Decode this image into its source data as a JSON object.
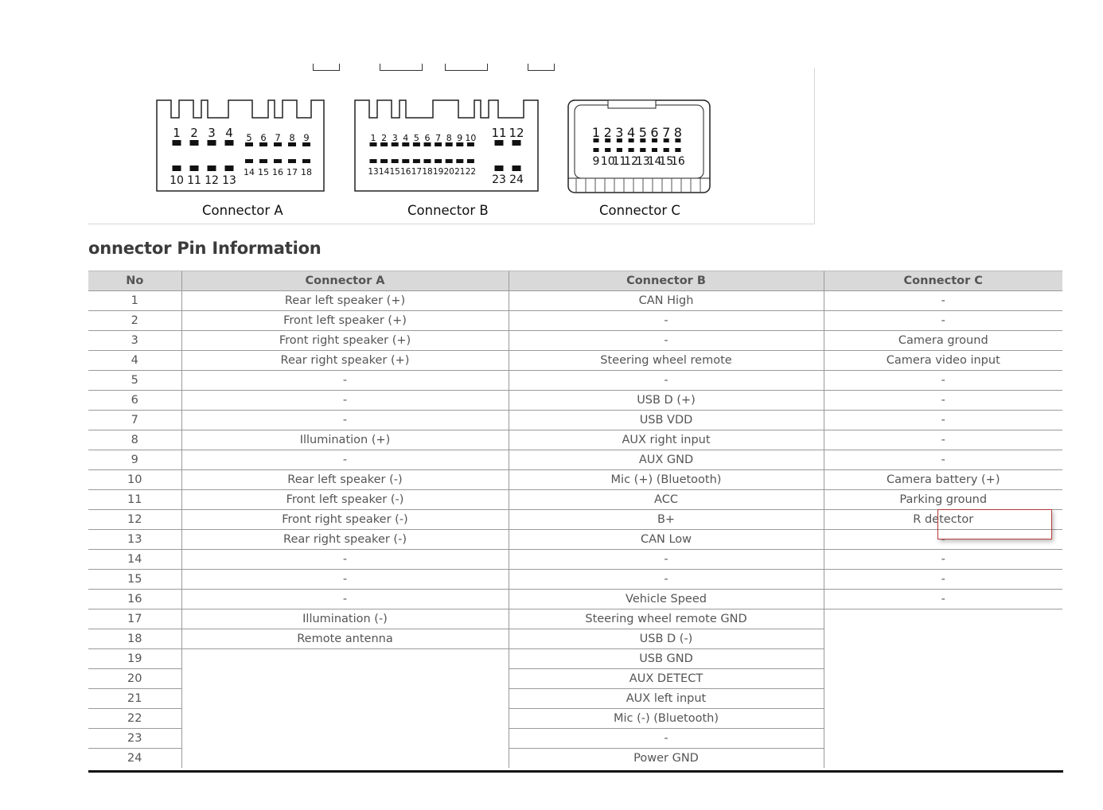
{
  "connectors": {
    "a": {
      "label": "Connector A",
      "top_pins_left": [
        "1",
        "2",
        "3",
        "4"
      ],
      "top_pins_right": [
        "5",
        "6",
        "7",
        "8",
        "9"
      ],
      "bottom_pins_left": [
        "10",
        "11",
        "12",
        "13"
      ],
      "bottom_pins_right": [
        "14",
        "15",
        "16",
        "17",
        "18"
      ]
    },
    "b": {
      "label": "Connector B",
      "top_pins_main": [
        "1",
        "2",
        "3",
        "4",
        "5",
        "6",
        "7",
        "8",
        "9",
        "10"
      ],
      "top_pins_side": [
        "11",
        "12"
      ],
      "bottom_pins_main": [
        "13",
        "14",
        "15",
        "16",
        "17",
        "18",
        "19",
        "20",
        "21",
        "22"
      ],
      "bottom_pins_side": [
        "23",
        "24"
      ]
    },
    "c": {
      "label": "Connector C",
      "top_pins": [
        "1",
        "2",
        "3",
        "4",
        "5",
        "6",
        "7",
        "8"
      ],
      "bottom_pins": [
        "9",
        "10",
        "11",
        "12",
        "13",
        "14",
        "15",
        "16"
      ]
    }
  },
  "section_title": "onnector Pin Information",
  "table": {
    "headers": [
      "No",
      "Connector A",
      "Connector B",
      "Connector C"
    ],
    "rows": [
      [
        "1",
        "Rear left speaker (+)",
        "CAN High",
        "-"
      ],
      [
        "2",
        "Front left speaker (+)",
        "-",
        "-"
      ],
      [
        "3",
        "Front right speaker (+)",
        "-",
        "Camera ground"
      ],
      [
        "4",
        "Rear right speaker (+)",
        "Steering wheel remote",
        "Camera video input"
      ],
      [
        "5",
        "-",
        "-",
        "-"
      ],
      [
        "6",
        "-",
        "USB D (+)",
        "-"
      ],
      [
        "7",
        "-",
        "USB VDD",
        "-"
      ],
      [
        "8",
        "Illumination (+)",
        "AUX right input",
        "-"
      ],
      [
        "9",
        "-",
        "AUX GND",
        "-"
      ],
      [
        "10",
        "Rear left speaker (-)",
        "Mic (+) (Bluetooth)",
        "Camera battery (+)"
      ],
      [
        "11",
        "Front left speaker (-)",
        "ACC",
        "Parking ground"
      ],
      [
        "12",
        "Front right speaker (-)",
        "B+",
        "R detector"
      ],
      [
        "13",
        "Rear right speaker (-)",
        "CAN Low",
        "-"
      ],
      [
        "14",
        "-",
        "-",
        "-"
      ],
      [
        "15",
        "-",
        "-",
        "-"
      ],
      [
        "16",
        "-",
        "Vehicle Speed",
        "-"
      ],
      [
        "17",
        "Illumination (-)",
        "Steering wheel remote GND",
        ""
      ],
      [
        "18",
        "Remote antenna",
        "USB D (-)",
        ""
      ],
      [
        "19",
        "",
        "USB GND",
        ""
      ],
      [
        "20",
        "",
        "AUX DETECT",
        ""
      ],
      [
        "21",
        "",
        "AUX left input",
        ""
      ],
      [
        "22",
        "",
        "Mic (-) (Bluetooth)",
        ""
      ],
      [
        "23",
        "",
        "-",
        ""
      ],
      [
        "24",
        "",
        "Power GND",
        ""
      ]
    ]
  },
  "highlight_color": "#b83a3a"
}
